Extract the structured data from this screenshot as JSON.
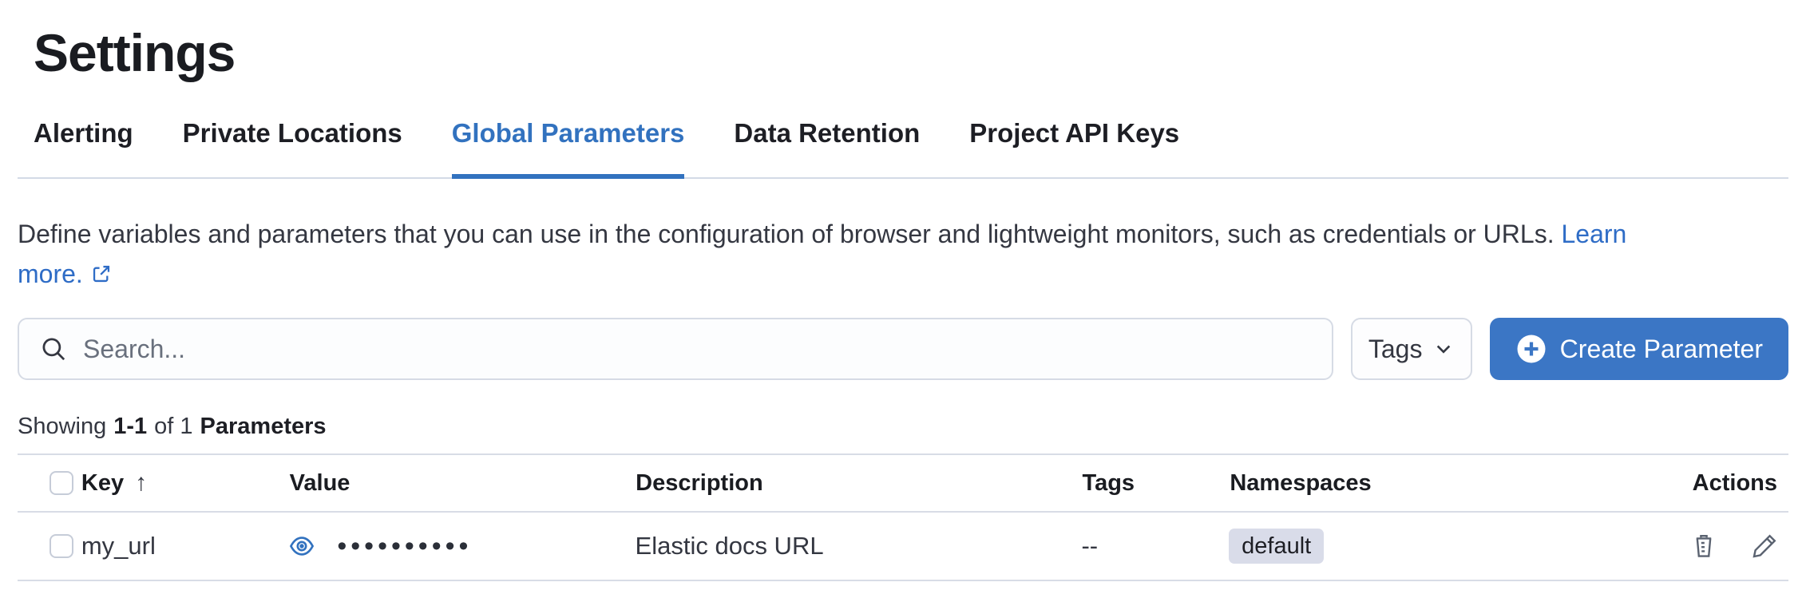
{
  "page": {
    "title": "Settings"
  },
  "tabs": [
    {
      "label": "Alerting"
    },
    {
      "label": "Private Locations"
    },
    {
      "label": "Global Parameters",
      "active": true
    },
    {
      "label": "Data Retention"
    },
    {
      "label": "Project API Keys"
    }
  ],
  "description": {
    "text": "Define variables and parameters that you can use in the configuration of browser and lightweight monitors, such as credentials or URLs.",
    "link_line1": "Learn",
    "link_line2": "more."
  },
  "toolbar": {
    "search_placeholder": "Search...",
    "tags_button_label": "Tags",
    "create_button_label": "Create Parameter"
  },
  "summary": {
    "prefix": "Showing",
    "range": "1-1",
    "middle": "of 1",
    "entity": "Parameters"
  },
  "table": {
    "columns": [
      "Key",
      "Value",
      "Description",
      "Tags",
      "Namespaces",
      "Actions"
    ],
    "sort": {
      "column": "Key",
      "direction": "ascending"
    },
    "rows": [
      {
        "key": "my_url",
        "value_masked": "••••••••••",
        "value_dots": 10,
        "description": "Elastic docs URL",
        "tags": "--",
        "namespace": "default"
      }
    ]
  },
  "icons": [
    "search-icon",
    "chevron-down-icon",
    "plus-circle-icon",
    "external-link-icon",
    "eye-icon",
    "sort-up-icon",
    "trash-icon",
    "pencil-icon"
  ],
  "colors": {
    "accent_blue": "#3272bf",
    "link_blue": "#2e6cc6",
    "button_blue": "#3b76c5",
    "heading_text": "#1a1c21",
    "body_text": "#343741",
    "subdued_text": "#69707d",
    "border_light": "#d6dbe5",
    "table_border": "#d8dce6",
    "badge_background": "#d9dce9"
  }
}
